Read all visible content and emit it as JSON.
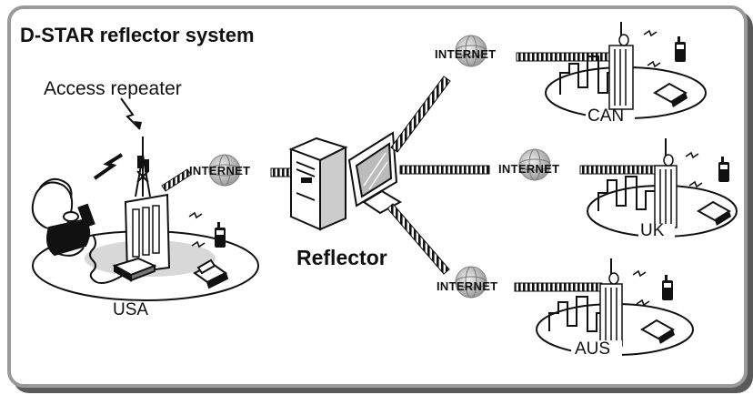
{
  "title": "D-STAR reflector system",
  "access_label": "Access repeater",
  "reflector_label": "Reflector",
  "internet_label": "INTERNET",
  "countries": {
    "usa": "USA",
    "can": "CAN",
    "uk": "UK",
    "aus": "AUS"
  }
}
